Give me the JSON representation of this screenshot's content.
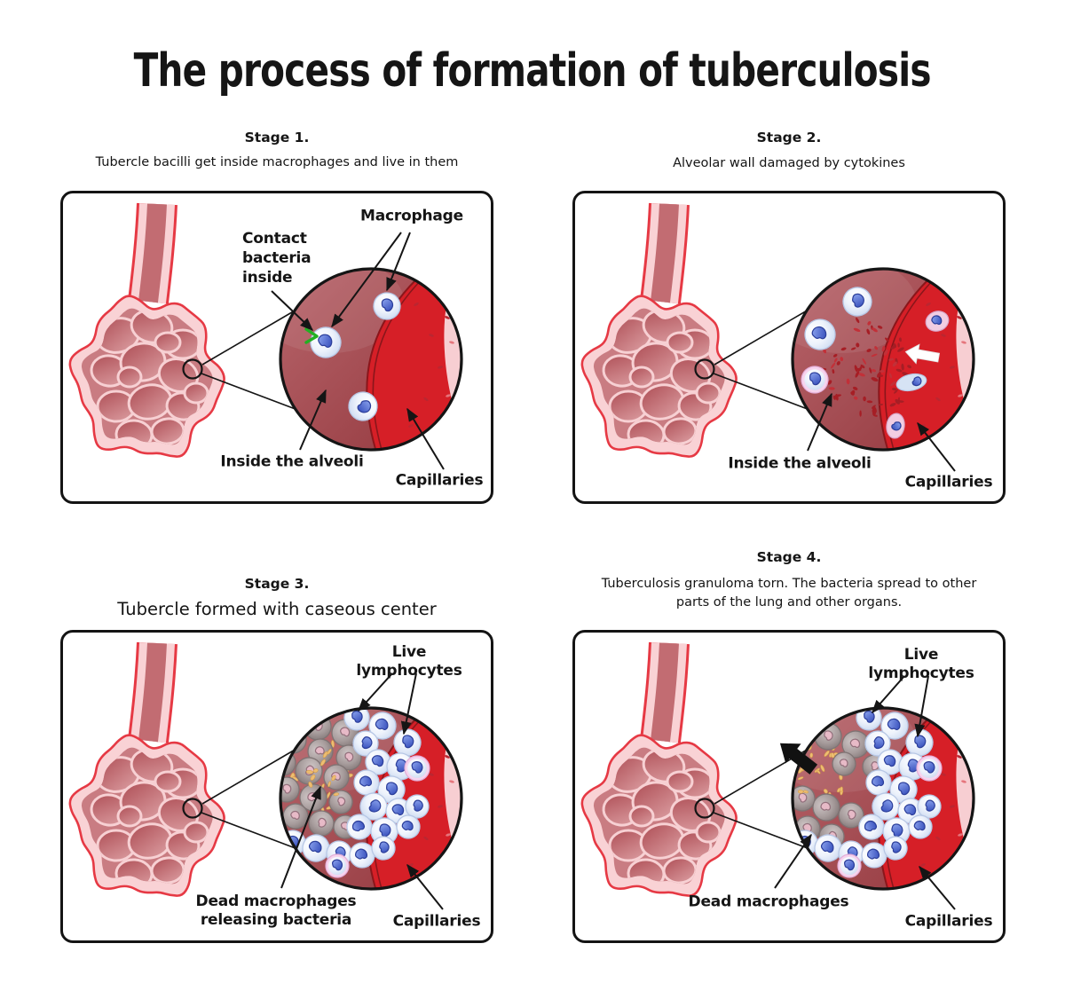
{
  "title": "The process of formation of tuberculosis",
  "stages": [
    {
      "heading": "Stage 1.",
      "subtitle": "Tubercle bacilli get inside macrophages and live in them",
      "labels": {
        "macrophage": "Macrophage",
        "contact_bacteria": "Contact\nbacteria\ninside",
        "inside_alveoli": "Inside the alveoli",
        "capillaries": "Capillaries"
      }
    },
    {
      "heading": "Stage 2.",
      "subtitle": "Alveolar wall damaged by cytokines",
      "labels": {
        "inside_alveoli": "Inside the alveoli",
        "capillaries": "Capillaries"
      }
    },
    {
      "heading": "Stage 3.",
      "subtitle": "Tubercle formed with caseous center",
      "labels": {
        "live_lymphocytes": "Live lymphocytes",
        "dead_macrophages": "Dead macrophages\nreleasing  bacteria",
        "capillaries": "Capillaries"
      }
    },
    {
      "heading": "Stage 4.",
      "subtitle": "Tuberculosis granuloma torn. The bacteria spread to other parts of the lung and other organs.",
      "labels": {
        "live_lymphocytes": "Live lymphocytes",
        "dead_macrophages": "Dead macrophages",
        "capillaries": "Capillaries"
      }
    }
  ],
  "colors": {
    "background": "#ffffff",
    "outline": "#151515",
    "blood_red": "#d61f27",
    "alveolus_pink": "#f9d2d5",
    "alveolus_rose": "#c97c82",
    "tissue_red": "#a64a50",
    "capillary_light": "#f7ced2",
    "cell_body_blue": "#dce7f8",
    "cell_nucleus_blue": "#3a55c4",
    "dead_cell_gray": "#9a8f8f",
    "dead_nucleus_pink": "#e7bac7",
    "bacteria_tan": "#edbd72",
    "bacteria_green": "#22b022"
  }
}
